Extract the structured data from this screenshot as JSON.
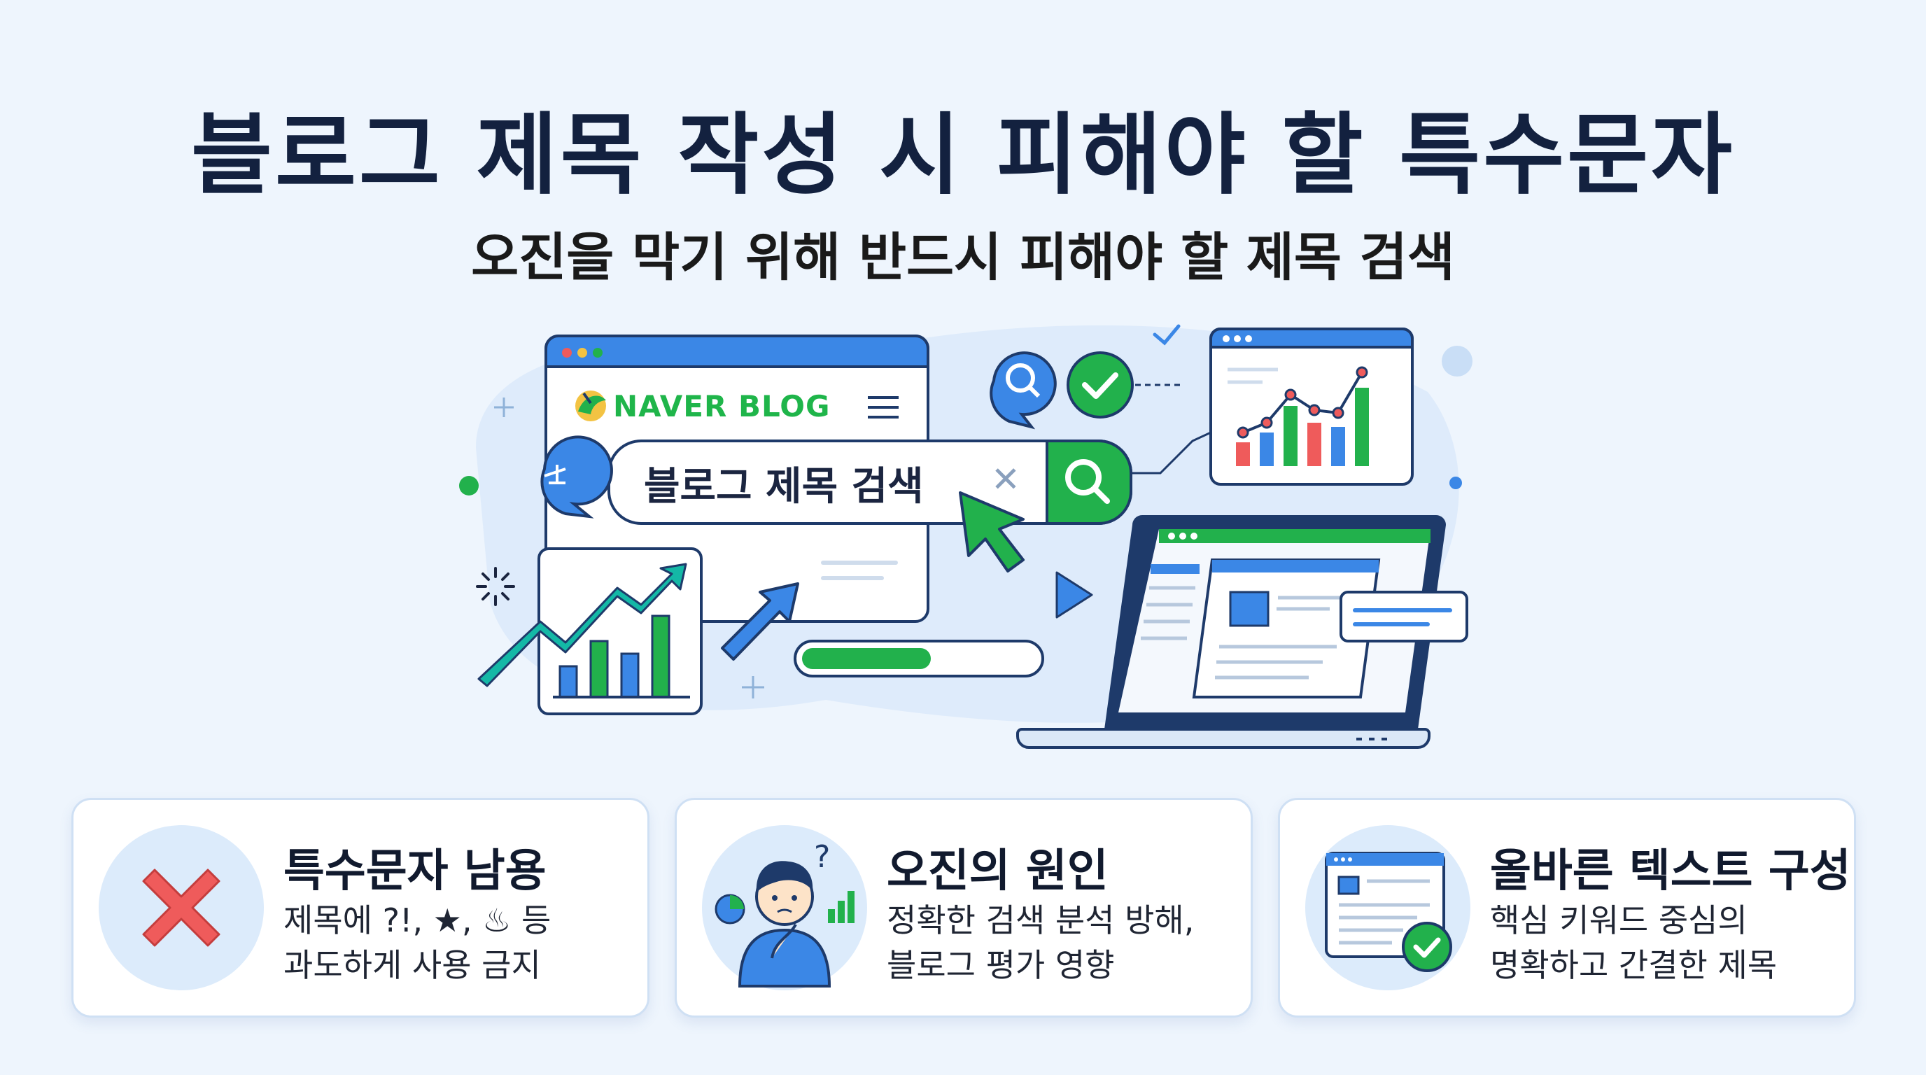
{
  "header": {
    "title": "블로그 제목 작성 시 피해야 할 특수문자",
    "subtitle": "오진을 막기 위해 반드시 피해야 할 제목 검색"
  },
  "hero": {
    "brand": "NAVER BLOG",
    "search_text": "블로그 제목 검색",
    "clear_symbol": "✕",
    "progress": 0.55,
    "colors": {
      "accent_blue": "#3b87e6",
      "accent_green": "#1fb54a",
      "red_bar": "#ef5b5b",
      "navy": "#1e3a6a"
    }
  },
  "cards": [
    {
      "title": "특수문자 남용",
      "line1": "제목에 ?!, ★, ♨ 등",
      "line2": "과도하게 사용 금지",
      "icon": "red-x-icon"
    },
    {
      "title": "오진의 원인",
      "line1": "정확한 검색 분석 방해,",
      "line2": "블로그 평가 영향",
      "icon": "thinking-person-icon"
    },
    {
      "title": "올바른 텍스트 구성",
      "line1": "핵심 키워드 중심의",
      "line2": "명확하고 간결한 제목",
      "icon": "document-check-icon"
    }
  ]
}
